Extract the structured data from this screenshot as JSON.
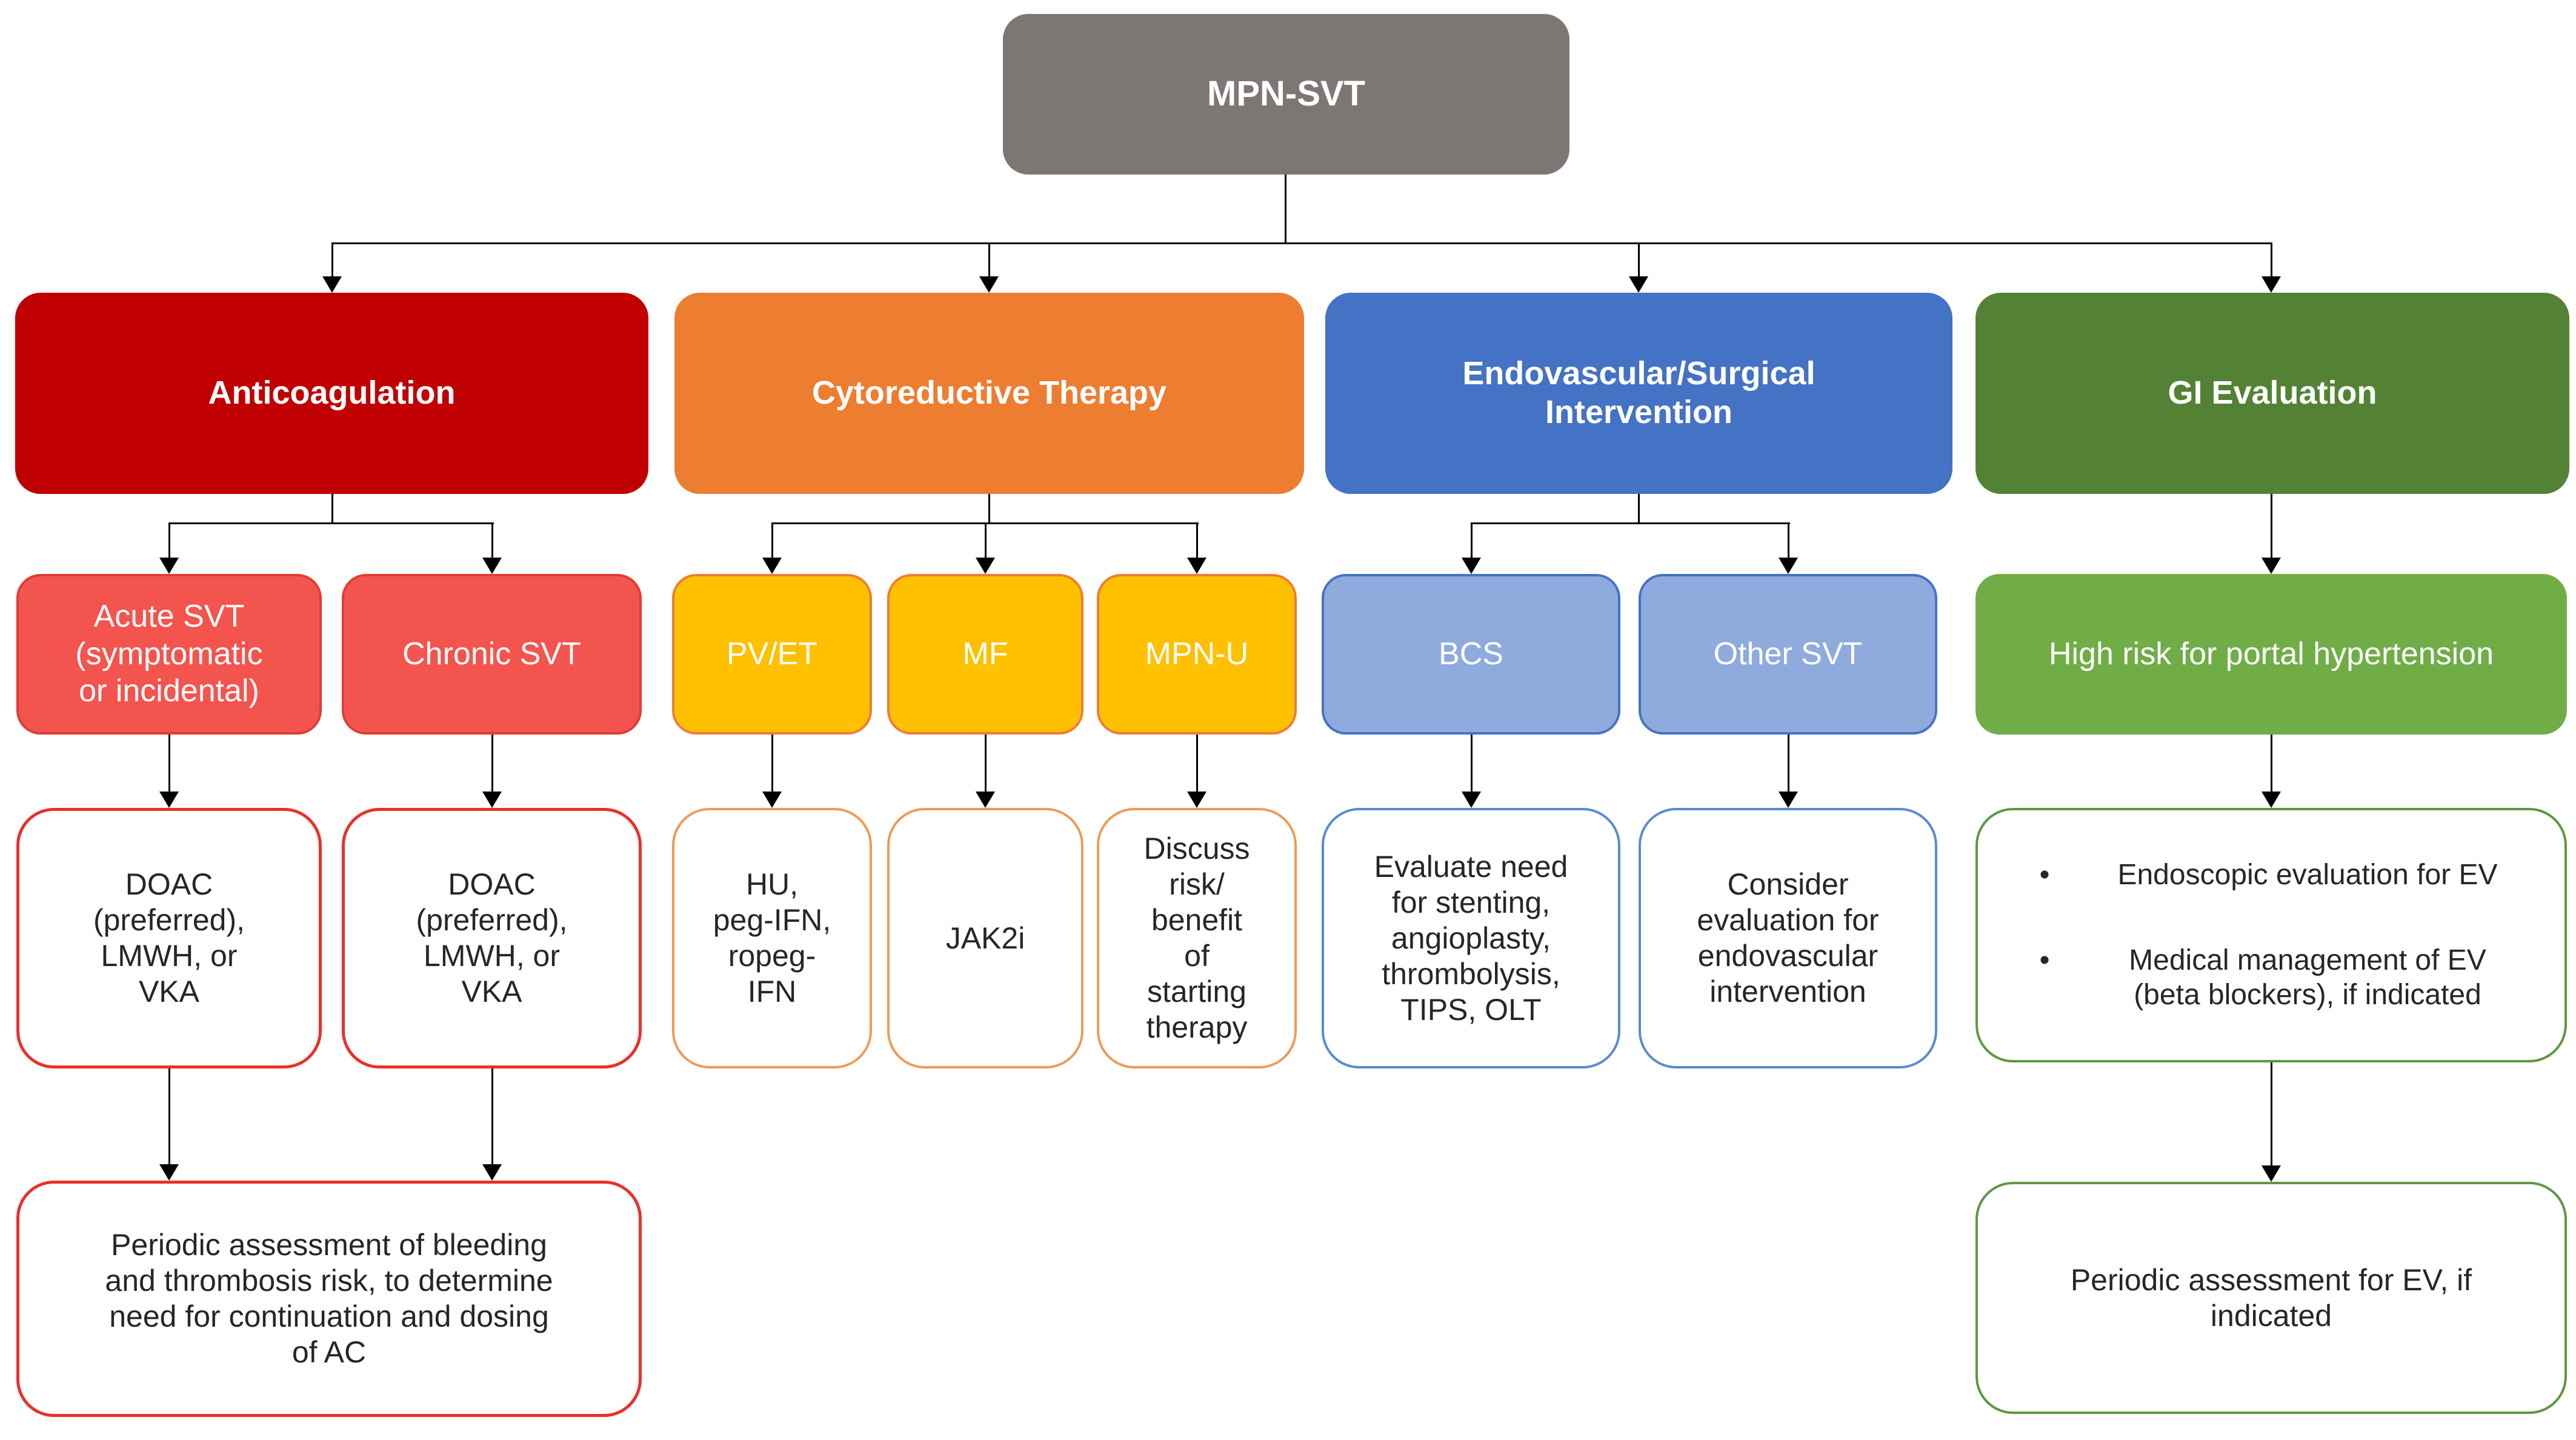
{
  "root": {
    "label": "MPN-SVT"
  },
  "colors": {
    "root_fill": "#7C7775",
    "anticoagulation_fill": "#C00000",
    "acute_chronic_fill": "#F4544E",
    "acute_chronic_border": "#E03C34",
    "cytoreductive_fill": "#ED7D31",
    "mpn_subtype_fill": "#FFC000",
    "mpn_subtype_border": "#ED7D31",
    "endovascular_fill": "#4472C4",
    "bcs_fill": "#8FAADC",
    "bcs_border": "#4472C4",
    "gi_fill": "#548235",
    "high_risk_fill": "#70AD47",
    "outcome_border_red": "#E8312A",
    "outcome_border_orange": "#ED9B57",
    "outcome_border_blue": "#5B8BD0",
    "outcome_border_green": "#5E9744",
    "connector": "#000000",
    "text_light": "#FFFFFF",
    "text_dark": "#262626"
  },
  "bullet_glyph": "•",
  "columns": [
    {
      "header": "Anticoagulation",
      "children": [
        {
          "label": "Acute SVT\n(symptomatic\nor incidental)"
        },
        {
          "label": "Chronic SVT"
        }
      ],
      "outcomes": [
        {
          "label": "DOAC\n(preferred),\nLMWH, or\nVKA"
        },
        {
          "label": "DOAC\n(preferred),\nLMWH, or\nVKA"
        }
      ],
      "followup": "Periodic assessment of bleeding\nand thrombosis risk, to determine\nneed for continuation and dosing\nof AC"
    },
    {
      "header": "Cytoreductive Therapy",
      "children": [
        {
          "label": "PV/ET"
        },
        {
          "label": "MF"
        },
        {
          "label": "MPN-U"
        }
      ],
      "outcomes": [
        {
          "label": "HU,\npeg-IFN,\nropeg-\nIFN"
        },
        {
          "label": "JAK2i"
        },
        {
          "label": "Discuss\nrisk/\nbenefit\nof\nstarting\ntherapy"
        }
      ]
    },
    {
      "header": "Endovascular/Surgical\nIntervention",
      "children": [
        {
          "label": "BCS"
        },
        {
          "label": "Other SVT"
        }
      ],
      "outcomes": [
        {
          "label": "Evaluate need\nfor stenting,\nangioplasty,\nthrombolysis,\nTIPS, OLT"
        },
        {
          "label": "Consider\nevaluation for\nendovascular\nintervention"
        }
      ]
    },
    {
      "header": "GI Evaluation",
      "children": [
        {
          "label": "High risk for portal hypertension"
        }
      ],
      "outcomes": [
        {
          "bullets": [
            "Endoscopic evaluation for EV",
            "Medical management of EV\n(beta blockers), if indicated"
          ]
        }
      ],
      "followup": "Periodic assessment for EV, if\nindicated"
    }
  ]
}
